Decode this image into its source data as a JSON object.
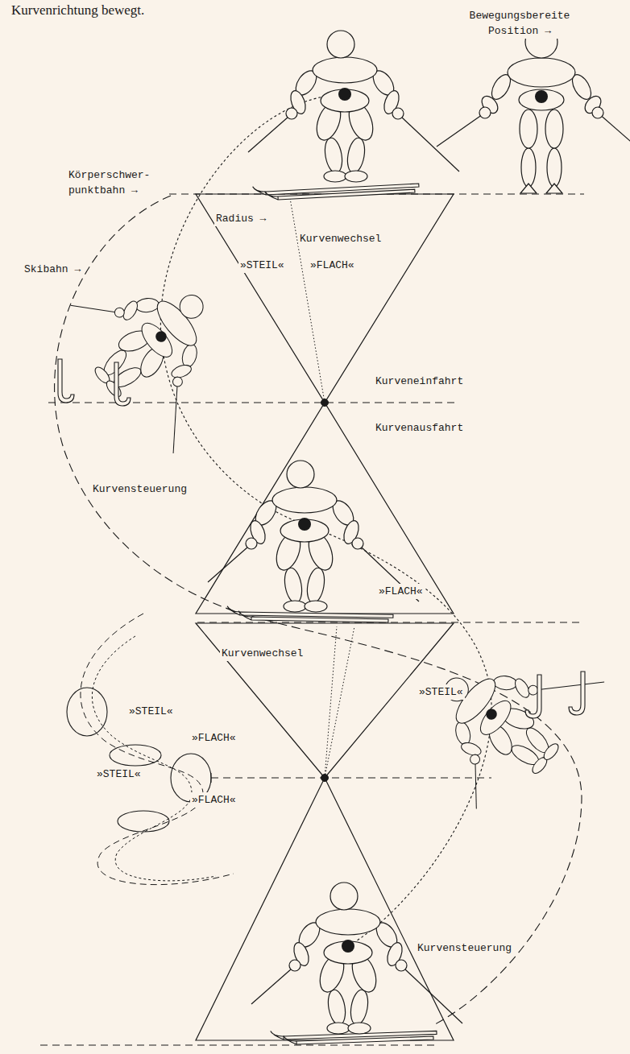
{
  "diagram": {
    "labels": [
      "Kurvenrichtung bewegt.",
      "Bewegungsbereite Position →",
      "Körperschwer- punktbahn →",
      "Radius →",
      "Kurvenwechsel",
      "»STEIL«",
      "»FLACH«",
      "Skibahn →",
      "Kurveneinfahrt",
      "Kurvenausfahrt",
      "Kurvensteuerung",
      "»FLACH«",
      "Kurvenwechsel",
      "»STEIL«",
      "»STEIL«",
      "»FLACH«",
      "»STEIL«",
      "»FLACH«",
      "Kurvensteuerung"
    ]
  }
}
